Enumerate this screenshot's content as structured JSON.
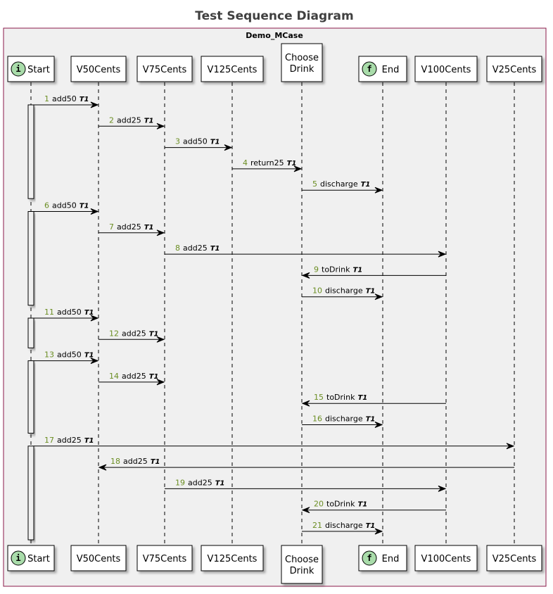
{
  "title": "Test Sequence Diagram",
  "frame_title": "Demo_MCase",
  "participants": [
    {
      "id": "Start",
      "label": [
        "Start"
      ],
      "stereotype": "i"
    },
    {
      "id": "V50Cents",
      "label": [
        "V50Cents"
      ]
    },
    {
      "id": "V75Cents",
      "label": [
        "V75Cents"
      ]
    },
    {
      "id": "V125Cents",
      "label": [
        "V125Cents"
      ]
    },
    {
      "id": "ChooseDrink",
      "label": [
        "Choose",
        "Drink"
      ]
    },
    {
      "id": "End",
      "label": [
        "End"
      ],
      "stereotype": "f"
    },
    {
      "id": "V100Cents",
      "label": [
        "V100Cents"
      ]
    },
    {
      "id": "V25Cents",
      "label": [
        "V25Cents"
      ]
    }
  ],
  "messages": [
    {
      "num": "1",
      "label": "add50",
      "suffix": "T1",
      "from": "Start",
      "to": "V50Cents"
    },
    {
      "num": "2",
      "label": "add25",
      "suffix": "T1",
      "from": "V50Cents",
      "to": "V75Cents"
    },
    {
      "num": "3",
      "label": "add50",
      "suffix": "T1",
      "from": "V75Cents",
      "to": "V125Cents"
    },
    {
      "num": "4",
      "label": "return25",
      "suffix": "T1",
      "from": "V125Cents",
      "to": "ChooseDrink"
    },
    {
      "num": "5",
      "label": "discharge",
      "suffix": "T1",
      "from": "ChooseDrink",
      "to": "End"
    },
    {
      "num": "6",
      "label": "add50",
      "suffix": "T1",
      "from": "Start",
      "to": "V50Cents"
    },
    {
      "num": "7",
      "label": "add25",
      "suffix": "T1",
      "from": "V50Cents",
      "to": "V75Cents"
    },
    {
      "num": "8",
      "label": "add25",
      "suffix": "T1",
      "from": "V75Cents",
      "to": "V100Cents"
    },
    {
      "num": "9",
      "label": "toDrink",
      "suffix": "T1",
      "from": "V100Cents",
      "to": "ChooseDrink"
    },
    {
      "num": "10",
      "label": "discharge",
      "suffix": "T1",
      "from": "ChooseDrink",
      "to": "End"
    },
    {
      "num": "11",
      "label": "add50",
      "suffix": "T1",
      "from": "Start",
      "to": "V50Cents"
    },
    {
      "num": "12",
      "label": "add25",
      "suffix": "T1",
      "from": "V50Cents",
      "to": "V75Cents"
    },
    {
      "num": "13",
      "label": "add50",
      "suffix": "T1",
      "from": "Start",
      "to": "V50Cents"
    },
    {
      "num": "14",
      "label": "add25",
      "suffix": "T1",
      "from": "V50Cents",
      "to": "V75Cents"
    },
    {
      "num": "15",
      "label": "toDrink",
      "suffix": "T1",
      "from": "V100Cents",
      "to": "ChooseDrink"
    },
    {
      "num": "16",
      "label": "discharge",
      "suffix": "T1",
      "from": "ChooseDrink",
      "to": "End"
    },
    {
      "num": "17",
      "label": "add25",
      "suffix": "T1",
      "from": "Start",
      "to": "V25Cents"
    },
    {
      "num": "18",
      "label": "add25",
      "suffix": "T1",
      "from": "V25Cents",
      "to": "V50Cents"
    },
    {
      "num": "19",
      "label": "add25",
      "suffix": "T1",
      "from": "V75Cents",
      "to": "V100Cents"
    },
    {
      "num": "20",
      "label": "toDrink",
      "suffix": "T1",
      "from": "V100Cents",
      "to": "ChooseDrink"
    },
    {
      "num": "21",
      "label": "discharge",
      "suffix": "T1",
      "from": "ChooseDrink",
      "to": "End"
    }
  ],
  "activations": [
    {
      "participant": "Start",
      "from_message": "1",
      "to_message": "5"
    },
    {
      "participant": "Start",
      "from_message": "6",
      "to_message": "10"
    },
    {
      "participant": "Start",
      "from_message": "11",
      "to_message": "12"
    },
    {
      "participant": "Start",
      "from_message": "13",
      "to_message": "16"
    },
    {
      "participant": "Start",
      "from_message": "17",
      "to_message": "21"
    }
  ],
  "colors": {
    "frame_border": "#8b1a4a",
    "frame_bg": "#f0f0f0",
    "participant_fill": "#ffffff",
    "stereotype_circle": "#a9dcaa",
    "number": "#6b8e23",
    "line": "#000000"
  }
}
